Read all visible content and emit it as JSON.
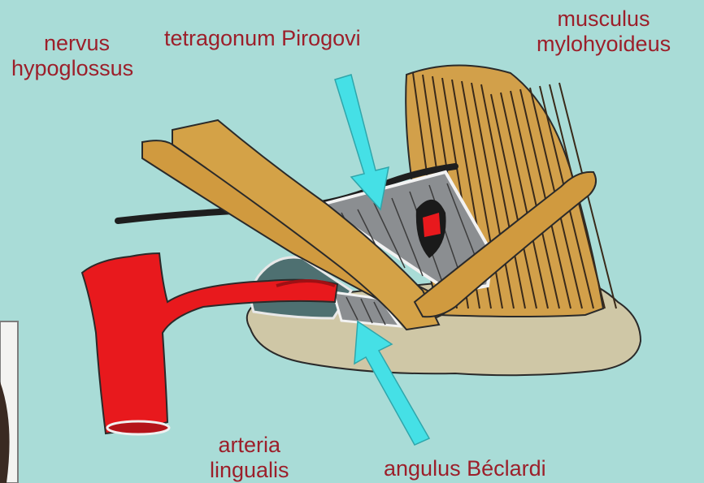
{
  "labels": {
    "nervus_line1": "nervus",
    "nervus_line2": "hypoglossus",
    "tetragonum": "tetragonum Pirogovi",
    "musculus_line1": "musculus",
    "musculus_line2": "mylohyoideus",
    "arteria_line1": "arteria",
    "arteria_line2": "lingualis",
    "angulus": "angulus Béclardi"
  },
  "colors": {
    "background": "#a9dcd7",
    "label_text": "#9c1f2a",
    "muscle": "#d09a3f",
    "artery": "#e8191d",
    "nerve": "#1e1e1e",
    "arrow": "#45e0e6",
    "gland": "#cfc7a6",
    "triangle_fill": "#8a8d90",
    "pale_triangle": "#4d6f70"
  }
}
